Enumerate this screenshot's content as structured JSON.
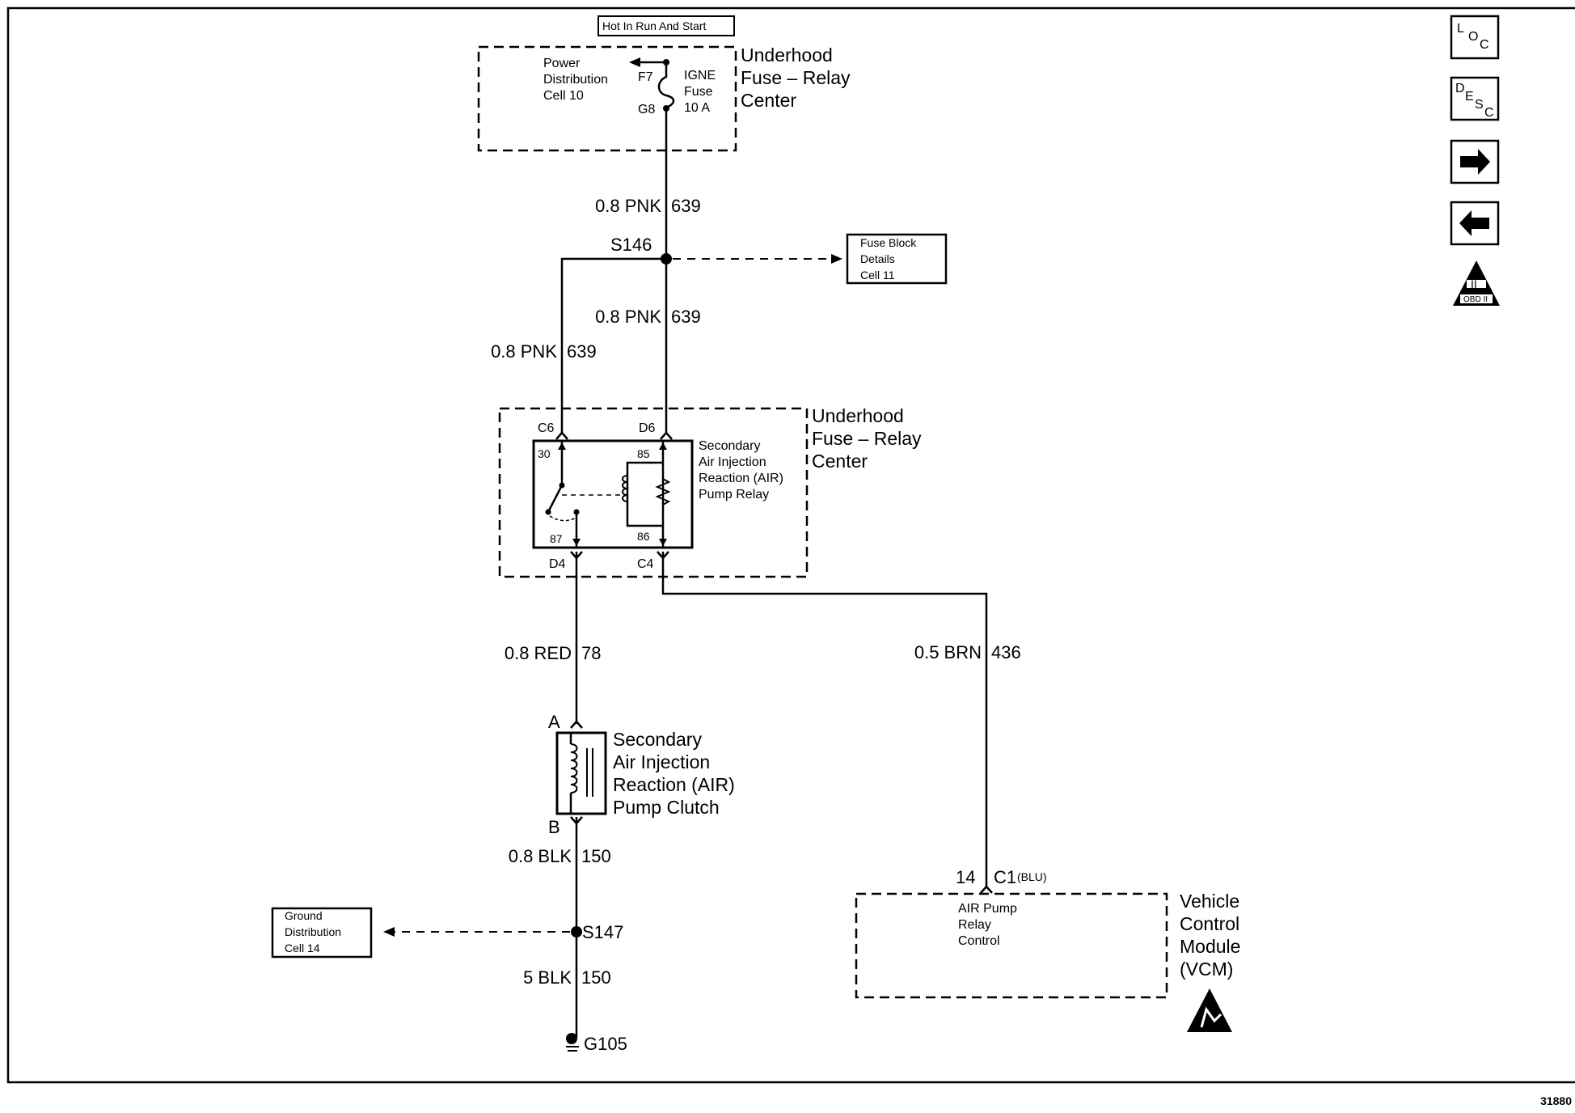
{
  "top_header": "Hot In Run And Start",
  "fuse_center_top": {
    "title_lines": [
      "Underhood",
      "Fuse – Relay",
      "Center"
    ],
    "power_dist_lines": [
      "Power",
      "Distribution",
      "Cell 10"
    ],
    "fuse_top_terminal": "F7",
    "fuse_bottom_terminal": "G8",
    "fuse_label_lines": [
      "IGNE",
      "Fuse",
      "10 A"
    ]
  },
  "wire_upper": {
    "size_color": "0.8 PNK",
    "circuit": "639"
  },
  "splice_top": "S146",
  "fuse_block_ref_lines": [
    "Fuse Block",
    "Details",
    "Cell 11"
  ],
  "wire_mid_right": {
    "size_color": "0.8 PNK",
    "circuit": "639"
  },
  "wire_mid_left": {
    "size_color": "0.8 PNK",
    "circuit": "639"
  },
  "fuse_center_relay": {
    "title_lines": [
      "Underhood",
      "Fuse – Relay",
      "Center"
    ],
    "connector_c6": "C6",
    "connector_d6": "D6",
    "connector_d4": "D4",
    "connector_c4": "C4",
    "pin_30": "30",
    "pin_85": "85",
    "pin_87": "87",
    "pin_86": "86",
    "relay_label_lines": [
      "Secondary",
      "Air Injection",
      "Reaction (AIR)",
      "Pump Relay"
    ]
  },
  "wire_red": {
    "size_color": "0.8 RED",
    "circuit": "78"
  },
  "wire_brn": {
    "size_color": "0.5 BRN",
    "circuit": "436"
  },
  "clutch": {
    "pin_a": "A",
    "pin_b": "B",
    "label_lines": [
      "Secondary",
      "Air Injection",
      "Reaction (AIR)",
      "Pump Clutch"
    ]
  },
  "wire_blk_upper": {
    "size_color": "0.8 BLK",
    "circuit": "150"
  },
  "splice_bottom": "S147",
  "ground_ref_lines": [
    "Ground",
    "Distribution",
    "Cell 14"
  ],
  "wire_blk_lower": {
    "size_color": "5 BLK",
    "circuit": "150"
  },
  "ground": "G105",
  "vcm": {
    "pin": "14",
    "connector": "C1",
    "connector_color": "(BLU)",
    "function_lines": [
      "AIR Pump",
      "Relay",
      "Control"
    ],
    "title_lines": [
      "Vehicle",
      "Control",
      "Module",
      "(VCM)"
    ]
  },
  "nav_icons": {
    "loc": {
      "big": "L",
      "small1": "O",
      "small2": "C"
    },
    "desc": {
      "big": "D",
      "small1": "E",
      "small2": "S",
      "small3": "C"
    },
    "obd_badge": "OBD II",
    "obd_numeral": "II"
  },
  "figure_number": "31880"
}
